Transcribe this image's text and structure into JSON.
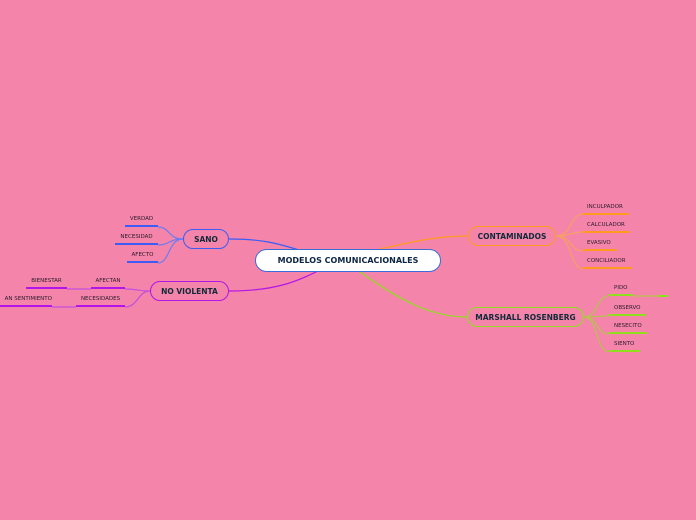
{
  "colors": {
    "background": "#f484a9",
    "blue": "#3c5cf5",
    "purple": "#b314e8",
    "orange": "#ff9a20",
    "green": "#8ee01c"
  },
  "center": {
    "label": "MODELOS COMUNICACIONALES"
  },
  "branches": {
    "sano": {
      "label": "SANO",
      "children": [
        "VERDAD",
        "NECESIDAD",
        "AFECTO"
      ]
    },
    "no_violenta": {
      "label": "NO VIOLENTA",
      "children": [
        "AFECTAN",
        "NECESIDADES"
      ],
      "grandchildren": [
        "BIENESTAR",
        "AN SENTIMIENTO"
      ]
    },
    "contaminados": {
      "label": "CONTAMINADOS",
      "children": [
        "INCULPADOR",
        "CALCULADOR",
        "EVASIVO",
        "CONCILIADOR"
      ]
    },
    "marshall": {
      "label": "MARSHALL ROSENBERG",
      "children": [
        "PIDO",
        "OBSERVO",
        "NESECITO",
        "SIENTO"
      ]
    }
  }
}
